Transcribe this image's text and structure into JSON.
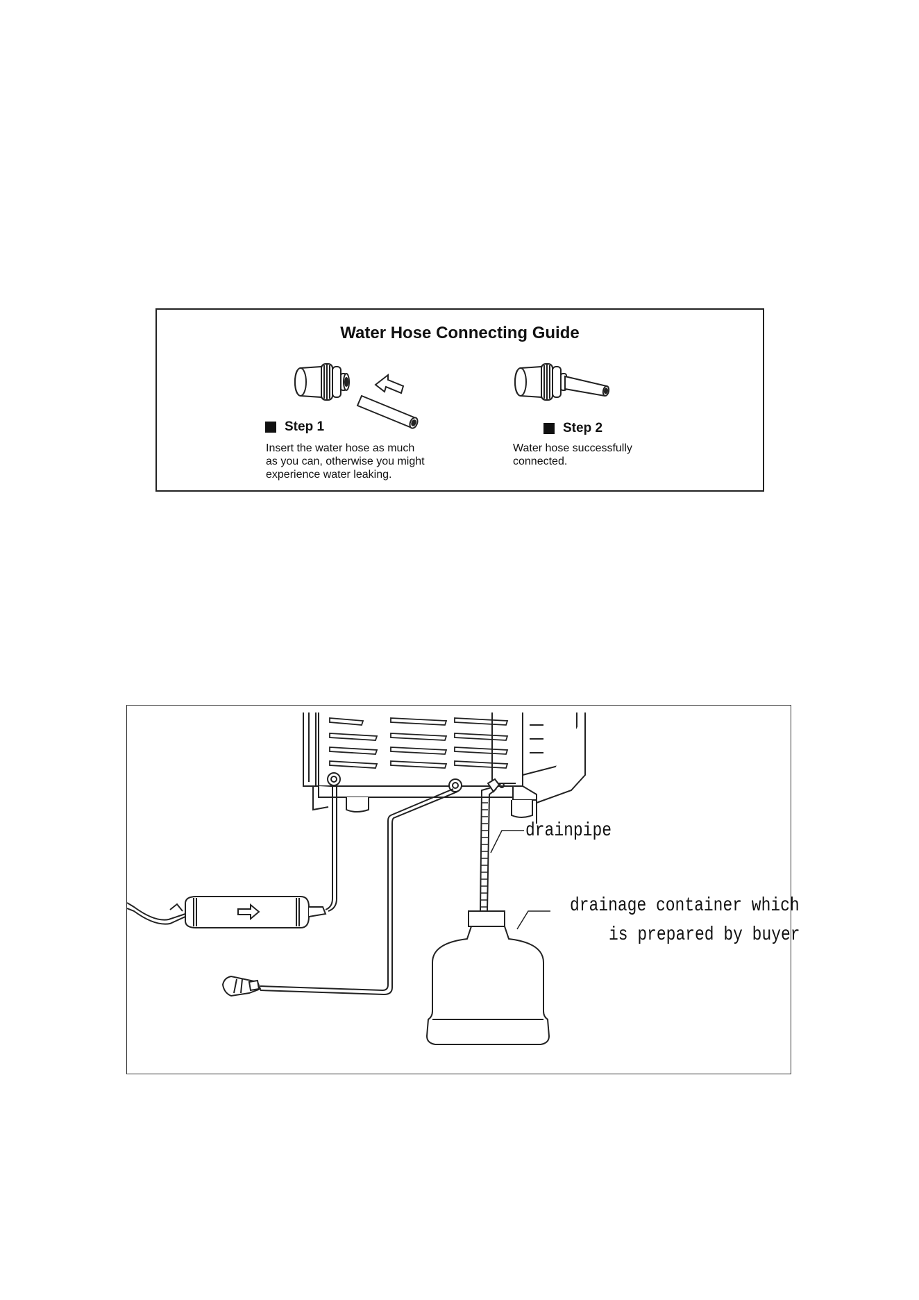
{
  "guide": {
    "title": "Water Hose Connecting Guide",
    "step1": {
      "heading": "Step 1",
      "description": "Insert the water hose as much\nas you can, otherwise you might\nexperience water leaking."
    },
    "step2": {
      "heading": "Step 2",
      "description": "Water hose successfully\nconnected."
    }
  },
  "installation": {
    "drainpipe_label": "drainpipe",
    "container_label_line1": "drainage container which",
    "container_label_line2": "is prepared by buyer"
  },
  "icons": [
    "connector-fitting-icon",
    "hose-segment-icon",
    "insert-arrow-icon",
    "filter-flow-arrow-icon",
    "power-plug-icon"
  ]
}
